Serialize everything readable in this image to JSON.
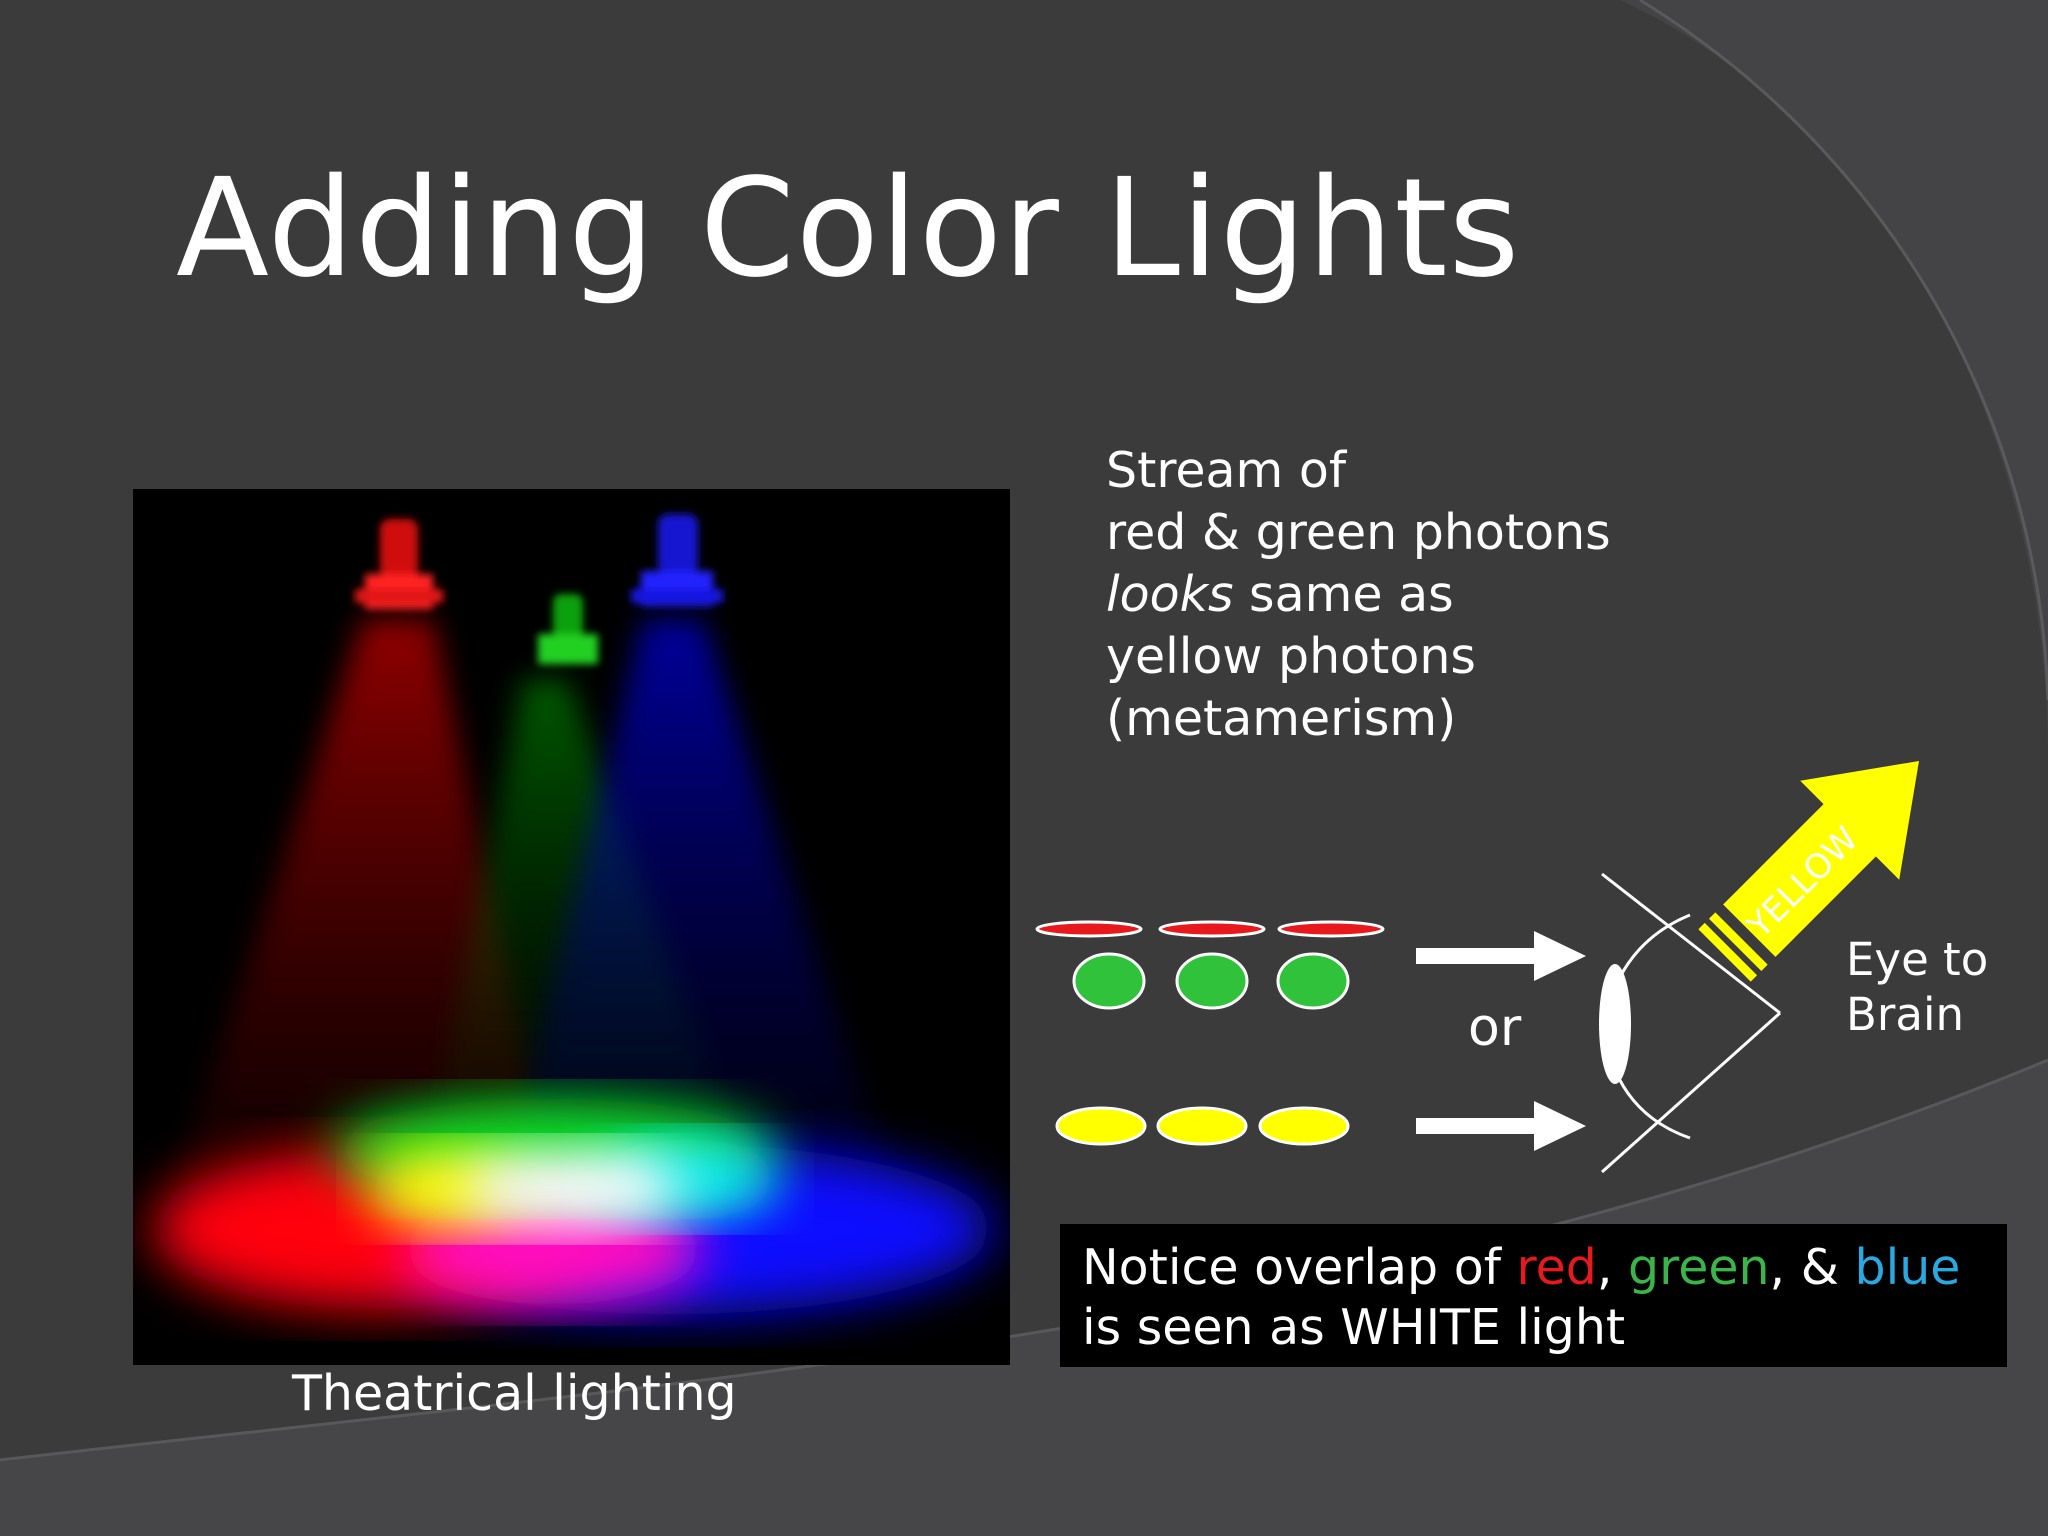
{
  "slide": {
    "title": "Adding Color Lights",
    "caption": "Theatrical lighting",
    "stream_text": {
      "line1": "Stream of",
      "line2": "red & green photons",
      "line3_italic": "looks",
      "line3_rest": " same as",
      "line4": "yellow photons",
      "line5": "(metamerism)"
    },
    "or_label": "or",
    "arrow_label": "YELLOW",
    "eye_label": {
      "line1": "Eye to",
      "line2": "Brain"
    },
    "notice": {
      "prefix": "Notice overlap of ",
      "red_word": "red",
      "sep1": ", ",
      "green_word": "green",
      "sep2": ", & ",
      "blue_word": "blue",
      "line2": "is seen as WHITE light"
    }
  },
  "colors": {
    "background": "#3b3b3c",
    "text": "#ffffff",
    "red": "#e8191c",
    "green": "#3ab54a",
    "blue": "#29a9e0",
    "yellow": "#ffff00",
    "photon_green": "#2fc23a"
  },
  "icons": [
    "spotlight-red-icon",
    "spotlight-green-icon",
    "spotlight-blue-icon",
    "arrow-right-icon",
    "eye-icon",
    "yellow-arrow-icon"
  ]
}
